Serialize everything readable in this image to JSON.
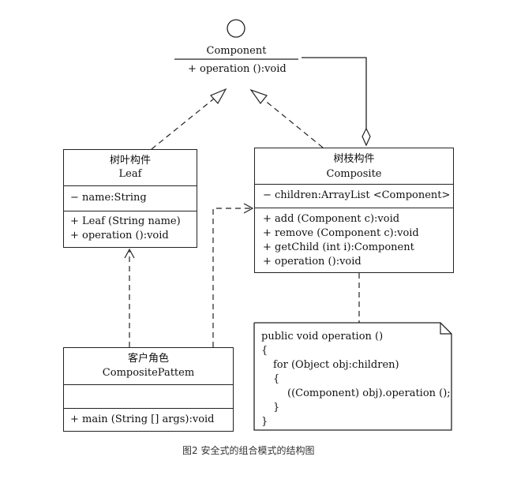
{
  "component": {
    "name": "Component",
    "operation": "+ operation ():void"
  },
  "leaf": {
    "name_cn": "树叶构件",
    "name_en": "Leaf",
    "attr": "− name:String",
    "ops": [
      "+ Leaf (String name)",
      "+ operation ():void"
    ]
  },
  "composite": {
    "name_cn": "树枝构件",
    "name_en": "Composite",
    "attr": "− children:ArrayList <Component>",
    "ops": [
      "+ add (Component c):void",
      "+ remove (Component c):void",
      "+ getChild (int i):Component",
      "+ operation ():void"
    ]
  },
  "client": {
    "name_cn": "客户角色",
    "name_en": "CompositePattem",
    "ops": [
      "+ main (String [] args):void"
    ]
  },
  "note": {
    "lines": [
      "public void operation ()",
      "{",
      "for (Object obj:children)",
      "{",
      "((Component) obj).operation ();",
      "}",
      "}"
    ]
  },
  "caption": "图2 安全式的组合模式的结构图"
}
